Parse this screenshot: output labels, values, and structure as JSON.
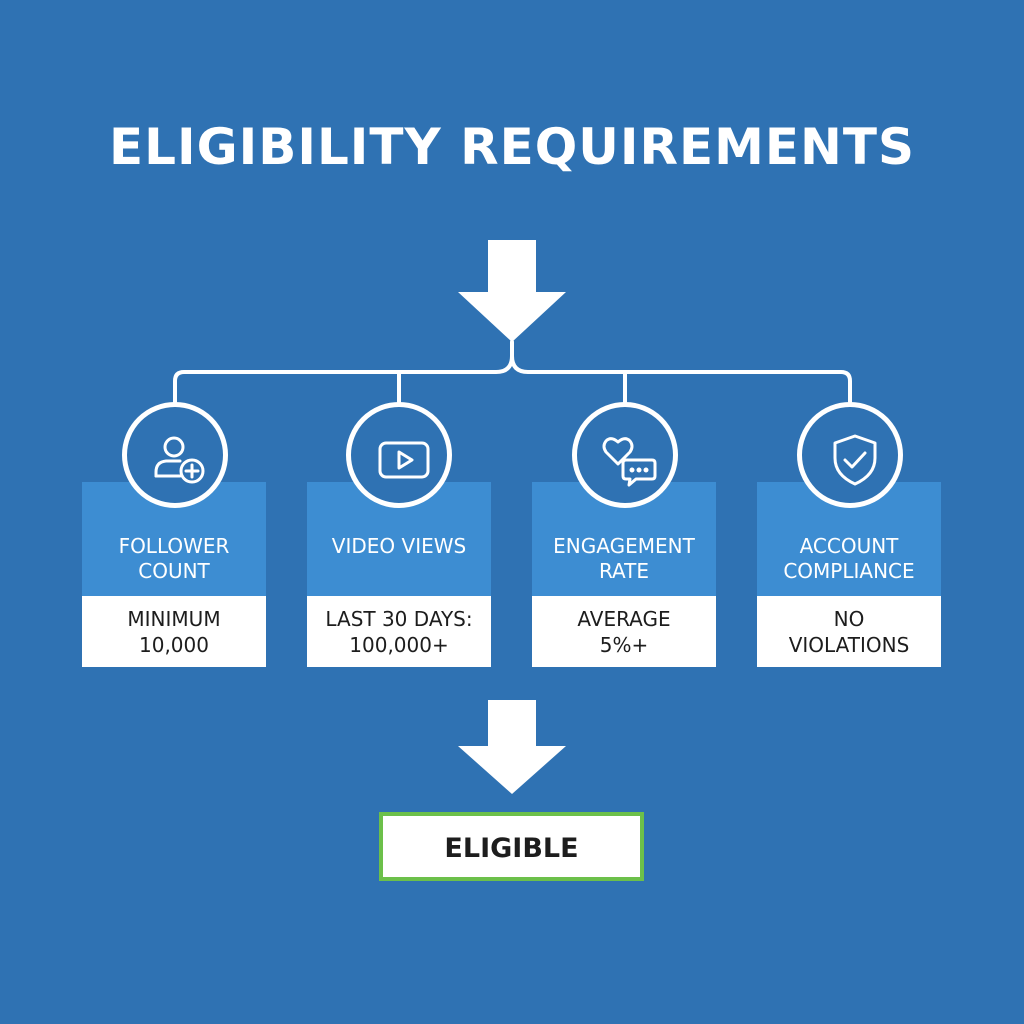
{
  "title": "ELIGIBILITY REQUIREMENTS",
  "requirements": [
    {
      "label": "FOLLOWER\nCOUNT",
      "value": "MINIMUM\n10,000",
      "icon": "user-add-icon"
    },
    {
      "label": "VIDEO VIEWS",
      "value": "LAST 30 DAYS:\n100,000+",
      "icon": "video-play-icon"
    },
    {
      "label": "ENGAGEMENT\nRATE",
      "value": "AVERAGE\n5%+",
      "icon": "heart-comment-icon"
    },
    {
      "label": "ACCOUNT\nCOMPLIANCE",
      "value": "NO\nVIOLATIONS",
      "icon": "shield-check-icon"
    }
  ],
  "result": {
    "label": "ELIGIBLE",
    "border_color": "#6cc04a"
  },
  "colors": {
    "background": "#2f72b3",
    "card_header": "#3d8dd2",
    "card_body": "#ffffff"
  }
}
